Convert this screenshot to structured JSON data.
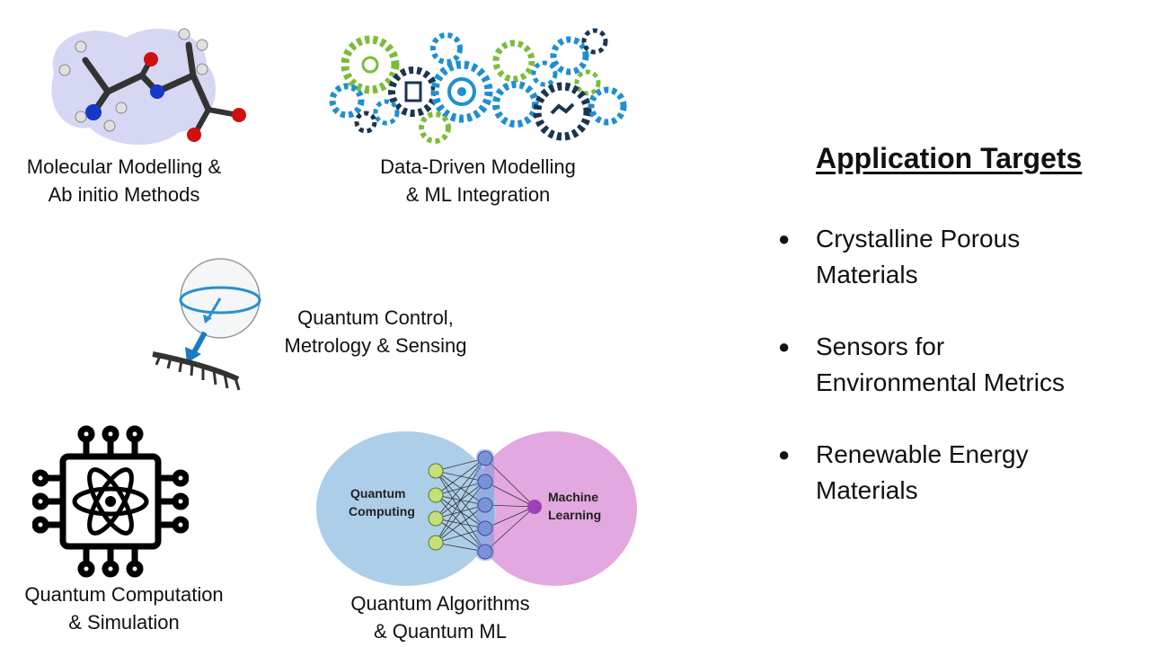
{
  "items": [
    {
      "line1": "Molecular Modelling &",
      "line2": "Ab initio Methods"
    },
    {
      "line1": "Data-Driven Modelling",
      "line2": "& ML Integration"
    },
    {
      "line1": "Quantum Control,",
      "line2": "Metrology & Sensing"
    },
    {
      "line1": "Quantum Computation",
      "line2": "& Simulation"
    },
    {
      "line1": "Quantum Algorithms",
      "line2": "& Quantum ML"
    }
  ],
  "venn": {
    "left": "Quantum\nComputing",
    "right": "Machine\nLearning"
  },
  "targets": {
    "title": "Application Targets",
    "bullet": "●",
    "list": [
      {
        "line1": "Crystalline Porous",
        "line2": "Materials"
      },
      {
        "line1": "Sensors for",
        "line2": "Environmental Metrics"
      },
      {
        "line1": "Renewable Energy",
        "line2": "Materials"
      }
    ]
  },
  "colors": {
    "gear_blue": "#1f8fd0",
    "gear_green": "#7dbb3a",
    "gear_dark": "#1a3550",
    "venn_left": "#a9cbe8",
    "venn_right": "#e2a8df",
    "atom_red": "#d01010",
    "atom_blue": "#1538c8",
    "node_green": "#c5e07a",
    "node_blue": "#7a93d8"
  }
}
